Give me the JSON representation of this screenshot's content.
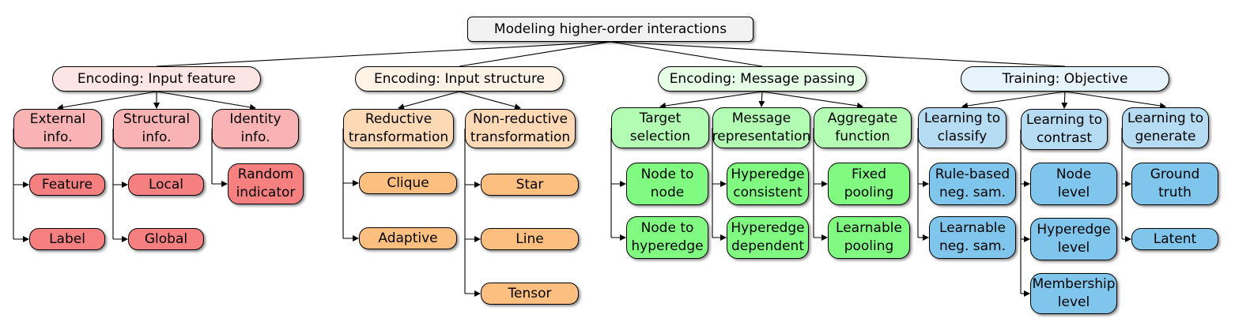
{
  "root": "Modeling higher-order interactions",
  "branches": [
    {
      "id": "input-feature",
      "label": "Encoding: Input feature",
      "groups": [
        {
          "id": "external-info",
          "label": "External\ninfo.",
          "items": [
            "Feature",
            "Label"
          ]
        },
        {
          "id": "structural-info",
          "label": "Structural\ninfo.",
          "items": [
            "Local",
            "Global"
          ]
        },
        {
          "id": "identity-info",
          "label": "Identity\ninfo.",
          "items": [
            "Random\nindicator"
          ]
        }
      ]
    },
    {
      "id": "input-structure",
      "label": "Encoding: Input structure",
      "groups": [
        {
          "id": "reductive",
          "label": "Reductive\ntransformation",
          "items": [
            "Clique",
            "Adaptive"
          ]
        },
        {
          "id": "non-reductive",
          "label": "Non-reductive\ntransformation",
          "items": [
            "Star",
            "Line",
            "Tensor"
          ]
        }
      ]
    },
    {
      "id": "message-passing",
      "label": "Encoding: Message passing",
      "groups": [
        {
          "id": "target-selection",
          "label": "Target\nselection",
          "items": [
            "Node to\nnode",
            "Node to\nhyperedge"
          ]
        },
        {
          "id": "message-representation",
          "label": "Message\nrepresentation",
          "items": [
            "Hyperedge\nconsistent",
            "Hyperedge\ndependent"
          ]
        },
        {
          "id": "aggregate-function",
          "label": "Aggregate\nfunction",
          "items": [
            "Fixed\npooling",
            "Learnable\npooling"
          ]
        }
      ]
    },
    {
      "id": "objective",
      "label": "Training: Objective",
      "groups": [
        {
          "id": "learning-to-classify",
          "label": "Learning to\nclassify",
          "items": [
            "Rule-based\nneg. sam.",
            "Learnable\nneg. sam."
          ]
        },
        {
          "id": "learning-to-contrast",
          "label": "Learning to\ncontrast",
          "items": [
            "Node\nlevel",
            "Hyperedge\nlevel",
            "Membership\nlevel"
          ]
        },
        {
          "id": "learning-to-generate",
          "label": "Learning to\ngenerate",
          "items": [
            "Ground\ntruth",
            "Latent"
          ]
        }
      ]
    }
  ]
}
